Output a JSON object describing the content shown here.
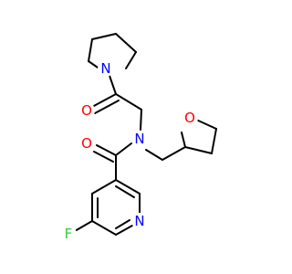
{
  "colors": {
    "bond": "#000000",
    "background": "#ffffff"
  },
  "atoms": {
    "n_pyrrolidine": {
      "symbol": "N",
      "color": "#0000ff"
    },
    "o_ketone": {
      "symbol": "O",
      "color": "#ff0000"
    },
    "n_amide": {
      "symbol": "N",
      "color": "#0000ff"
    },
    "o_amide": {
      "symbol": "O",
      "color": "#ff0000"
    },
    "o_thf": {
      "symbol": "O",
      "color": "#ff0000"
    },
    "n_pyridine": {
      "symbol": "N",
      "color": "#0000ff"
    },
    "f": {
      "symbol": "F",
      "color": "#33cc33"
    }
  }
}
